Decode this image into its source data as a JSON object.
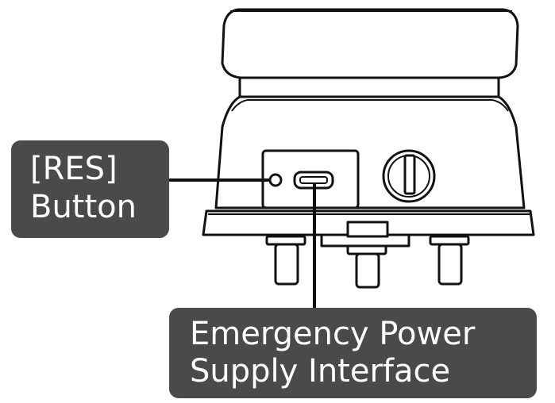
{
  "labels": {
    "res_line1": "[RES]",
    "res_line2": "Button",
    "eps_line1": "Emergency Power",
    "eps_line2": "Supply Interface"
  },
  "colors": {
    "label_bg": "#4a4a4a",
    "label_text": "#ffffff",
    "line_art": "#111111"
  }
}
